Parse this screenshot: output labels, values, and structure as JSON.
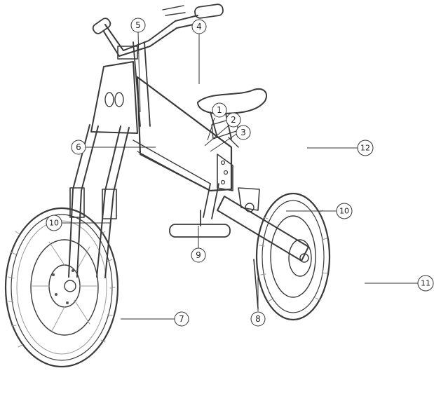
{
  "diagram": {
    "type": "exploded-parts-callout",
    "style": "pencil-sketch line drawing",
    "colors": {
      "background": "#ffffff",
      "line": "#3a3a3a",
      "callout": "#333333"
    },
    "callouts": [
      {
        "id": "c1",
        "label": "1"
      },
      {
        "id": "c2",
        "label": "2"
      },
      {
        "id": "c3",
        "label": "3"
      },
      {
        "id": "c4",
        "label": "4"
      },
      {
        "id": "c5",
        "label": "5"
      },
      {
        "id": "c6",
        "label": "6"
      },
      {
        "id": "c7",
        "label": "7"
      },
      {
        "id": "c8",
        "label": "8"
      },
      {
        "id": "c9",
        "label": "9"
      },
      {
        "id": "c10a",
        "label": "10"
      },
      {
        "id": "c10b",
        "label": "10"
      },
      {
        "id": "c11",
        "label": "11"
      },
      {
        "id": "c12",
        "label": "12"
      }
    ]
  }
}
